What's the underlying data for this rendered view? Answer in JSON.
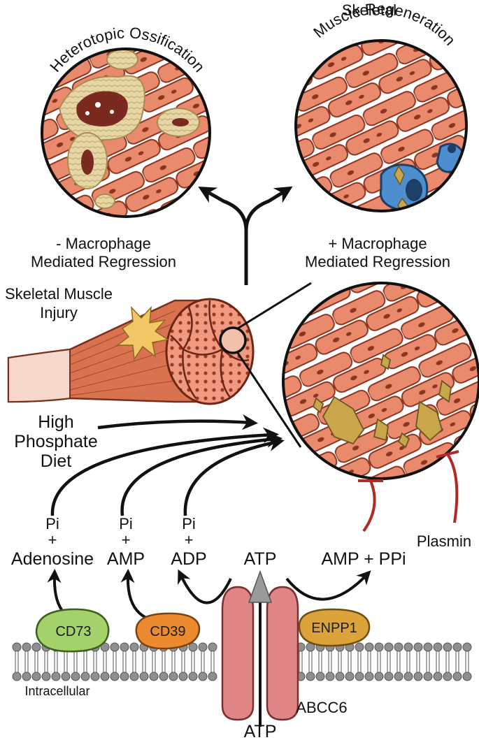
{
  "panels": {
    "heterotopic_title": "Heterotopic Ossification",
    "regeneration_title_line1": "Skeletal",
    "regeneration_title_line2": "Muscle Regeneration"
  },
  "branches": {
    "minus_line1": "- Macrophage",
    "minus_line2": "Mediated Regression",
    "plus_line1": "+ Macrophage",
    "plus_line2": "Mediated Regression"
  },
  "injury": {
    "line1": "Skeletal Muscle",
    "line2": "Injury"
  },
  "diet": {
    "line1": "High",
    "line2": "Phosphate",
    "line3": "Diet"
  },
  "metabolites": {
    "pi": "Pi",
    "plus": "+",
    "adenosine": "Adenosine",
    "amp": "AMP",
    "adp": "ADP",
    "atp": "ATP",
    "amp_ppi": "AMP + PPi",
    "atp_bottom": "ATP"
  },
  "inhibitor": "Plasmin",
  "proteins": {
    "cd73": "CD73",
    "cd39": "CD39",
    "enpp1": "ENPP1",
    "abcc6": "ABCC6"
  },
  "membrane_label": "Intracellular",
  "colors": {
    "muscle": "#e98a6c",
    "muscle_dark": "#8b3420",
    "bone": "#e6d6a6",
    "marrow": "#7a2a1e",
    "macrophage": "#4d8fce",
    "crystal": "#c9a64a",
    "cd73": "#a3d16a",
    "cd39": "#ec8a2f",
    "enpp1": "#dba33a",
    "abcc6": "#e08585",
    "inhibit": "#b02a24",
    "membrane": "#8f8f8f"
  }
}
